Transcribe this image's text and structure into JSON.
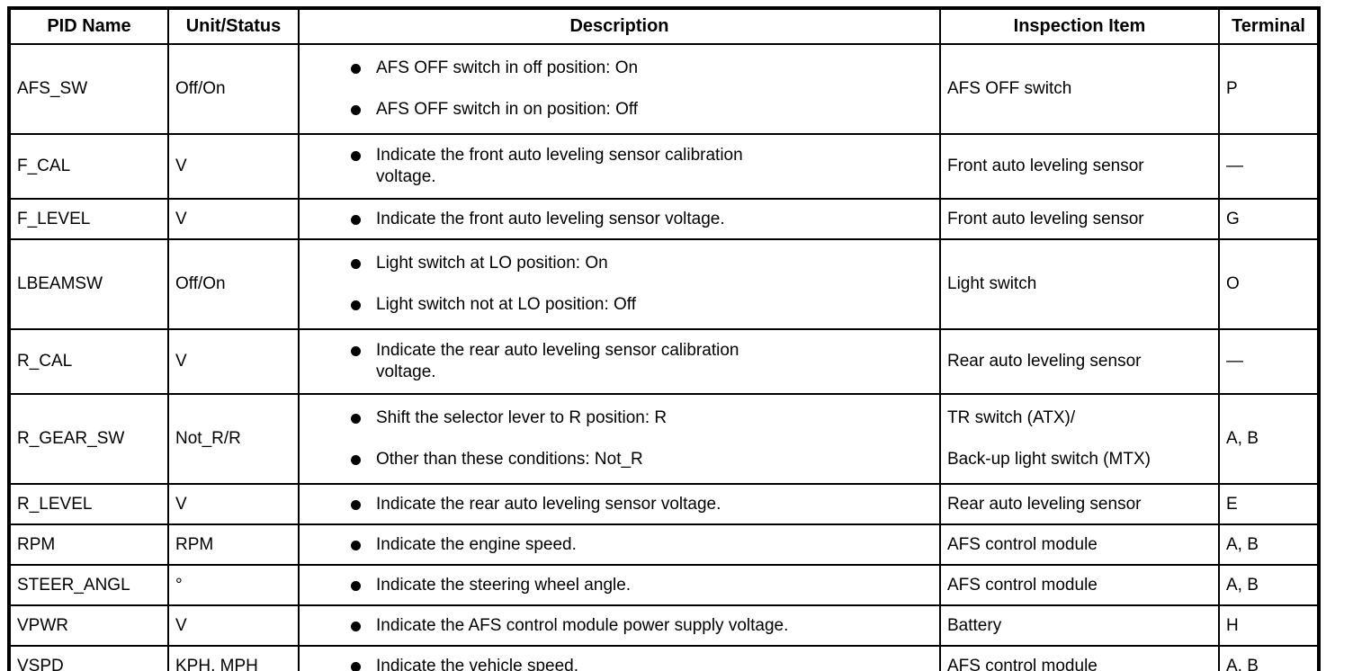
{
  "colors": {
    "border": "#000000",
    "background": "#ffffff",
    "text": "#000000"
  },
  "table": {
    "headers": [
      "PID Name",
      "Unit/Status",
      "Description",
      "Inspection Item",
      "Terminal"
    ],
    "bullet_icon": "filled-circle",
    "rows": [
      {
        "pid": "AFS_SW",
        "unit": "Off/On",
        "bullets": [
          [
            "AFS OFF switch in off position: On"
          ],
          [
            "AFS OFF switch in on position: Off"
          ]
        ],
        "inspection": [
          "AFS OFF switch"
        ],
        "terminal": "P"
      },
      {
        "pid": "F_CAL",
        "unit": "V",
        "bullets": [
          [
            "Indicate the front auto leveling sensor calibration",
            "voltage."
          ]
        ],
        "inspection": [
          "Front auto leveling sensor"
        ],
        "terminal": "—"
      },
      {
        "pid": "F_LEVEL",
        "unit": "V",
        "bullets": [
          [
            "Indicate the front auto leveling sensor voltage."
          ]
        ],
        "inspection": [
          "Front auto leveling sensor"
        ],
        "terminal": "G"
      },
      {
        "pid": "LBEAMSW",
        "unit": "Off/On",
        "bullets": [
          [
            "Light switch at LO position: On"
          ],
          [
            "Light switch not at LO position: Off"
          ]
        ],
        "inspection": [
          "Light switch"
        ],
        "terminal": "O"
      },
      {
        "pid": "R_CAL",
        "unit": "V",
        "bullets": [
          [
            "Indicate the rear auto leveling sensor calibration",
            "voltage."
          ]
        ],
        "inspection": [
          "Rear auto leveling sensor"
        ],
        "terminal": "—"
      },
      {
        "pid": "R_GEAR_SW",
        "unit": "Not_R/R",
        "bullets": [
          [
            "Shift the selector lever to R position: R"
          ],
          [
            "Other than these conditions: Not_R"
          ]
        ],
        "inspection": [
          "TR switch (ATX)/",
          "Back-up light switch (MTX)"
        ],
        "terminal": "A, B"
      },
      {
        "pid": "R_LEVEL",
        "unit": "V",
        "bullets": [
          [
            "Indicate the rear auto leveling sensor voltage."
          ]
        ],
        "inspection": [
          "Rear auto leveling sensor"
        ],
        "terminal": "E"
      },
      {
        "pid": "RPM",
        "unit": "RPM",
        "bullets": [
          [
            "Indicate the engine speed."
          ]
        ],
        "inspection": [
          "AFS control module"
        ],
        "terminal": "A, B"
      },
      {
        "pid": "STEER_ANGL",
        "unit": "°",
        "bullets": [
          [
            "Indicate the steering wheel angle."
          ]
        ],
        "inspection": [
          "AFS control module"
        ],
        "terminal": "A, B"
      },
      {
        "pid": "VPWR",
        "unit": "V",
        "bullets": [
          [
            "Indicate the AFS control module power supply voltage."
          ]
        ],
        "inspection": [
          "Battery"
        ],
        "terminal": "H"
      },
      {
        "pid": "VSPD",
        "unit": "KPH, MPH",
        "bullets": [
          [
            "Indicate the vehicle speed."
          ]
        ],
        "inspection": [
          "AFS control module"
        ],
        "terminal": "A, B"
      }
    ]
  }
}
